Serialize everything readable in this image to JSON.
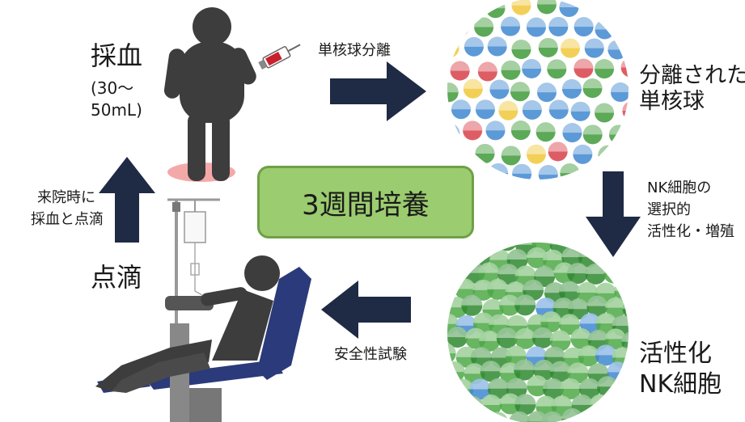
{
  "labels": {
    "blood_draw": "採血",
    "blood_volume_line1": "(30〜",
    "blood_volume_line2": "50mL)",
    "separation_arrow": "単核球分離",
    "separated_cells_line1": "分離された",
    "separated_cells_line2": "単核球",
    "activation_line1": "NK細胞の",
    "activation_line2": "選択的",
    "activation_line3": "活性化・増殖",
    "culture_period": "3週間培養",
    "activated_line1": "活性化",
    "activated_line2": "NK細胞",
    "safety_test": "安全性試験",
    "drip": "点滴",
    "return_line1": "来院時に",
    "return_line2": "採血と点滴"
  },
  "colors": {
    "arrow": "#1f2a44",
    "figure": "#3d3d3d",
    "center_box_fill": "#9bcc6f",
    "chair": "#2a3a7a",
    "cell_blue": "#3f87d0",
    "cell_green": "#3f9a3a",
    "cell_yellow": "#f0c83a",
    "cell_red": "#d8414a",
    "blood_floor": "#f4a9a9"
  },
  "icons": [
    "person-icon",
    "syringe-icon",
    "iv-bag-icon",
    "reclining-patient-icon",
    "cell-cluster-icon"
  ]
}
